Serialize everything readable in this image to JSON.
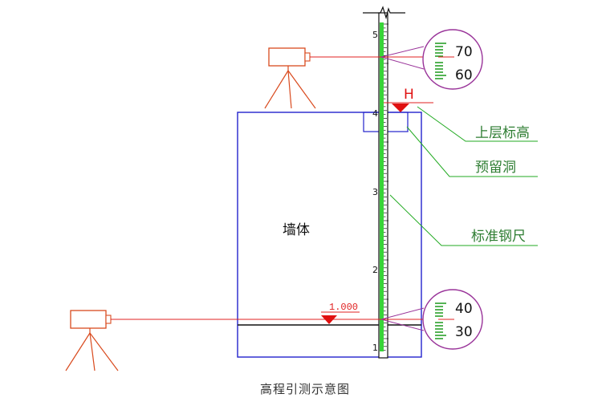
{
  "colors": {
    "wall": "#2222cc",
    "sight_line": "#e02020",
    "instrument": "#d94a1e",
    "ruler": "#111111",
    "ruler_fill": "#38d438",
    "leader": "#22aa22",
    "label": "#2e7d32",
    "magnifier": "#993399",
    "marker": "#e01010"
  },
  "labels": {
    "wall": "墙体",
    "upper_elevation": "上层标高",
    "reserved_hole": "预留洞",
    "standard_ruler": "标准钢尺",
    "h_mark": "H",
    "elevation_value": "1.000"
  },
  "ruler_numbers": [
    "1",
    "2",
    "3",
    "4",
    "5"
  ],
  "magnifier_upper": {
    "top": "70",
    "bottom": "60"
  },
  "magnifier_lower": {
    "top": "40",
    "bottom": "30"
  },
  "caption": "高程引测示意图"
}
